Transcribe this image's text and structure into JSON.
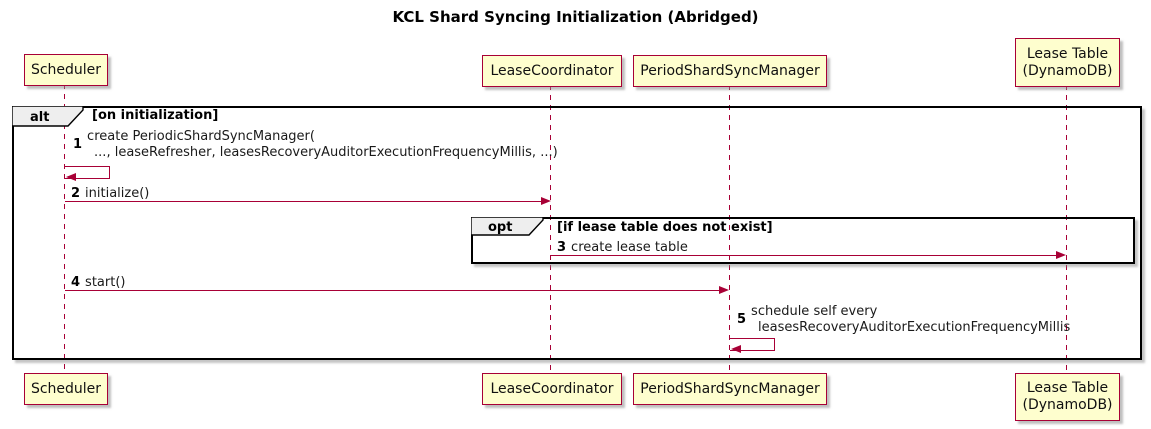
{
  "title": "KCL Shard Syncing Initialization (Abridged)",
  "colors": {
    "participant_fill": "#FEFECE",
    "participant_border": "#A80036",
    "arrow": "#A80036",
    "lifeline": "#A80036",
    "frame_border": "#000000",
    "frame_label_fill": "#EEEEEE"
  },
  "participants": [
    {
      "id": "scheduler",
      "lines": [
        "Scheduler"
      ]
    },
    {
      "id": "lease-coordinator",
      "lines": [
        "LeaseCoordinator"
      ]
    },
    {
      "id": "period-shard-sync-manager",
      "lines": [
        "PeriodShardSyncManager"
      ]
    },
    {
      "id": "lease-table",
      "lines": [
        "Lease Table",
        "(DynamoDB)"
      ]
    }
  ],
  "frames": [
    {
      "label": "alt",
      "condition": "[on initialization]"
    },
    {
      "label": "opt",
      "condition": "[if lease table does not exist]"
    }
  ],
  "messages": [
    {
      "num": "1",
      "from": "scheduler",
      "to": "scheduler",
      "lines": [
        "create PeriodicShardSyncManager(",
        "..., leaseRefresher, leasesRecoveryAuditorExecutionFrequencyMillis, ...)"
      ]
    },
    {
      "num": "2",
      "from": "scheduler",
      "to": "lease-coordinator",
      "lines": [
        "initialize()"
      ]
    },
    {
      "num": "3",
      "from": "lease-coordinator",
      "to": "lease-table",
      "lines": [
        "create lease table"
      ]
    },
    {
      "num": "4",
      "from": "scheduler",
      "to": "period-shard-sync-manager",
      "lines": [
        "start()"
      ]
    },
    {
      "num": "5",
      "from": "period-shard-sync-manager",
      "to": "period-shard-sync-manager",
      "lines": [
        "schedule self every",
        "leasesRecoveryAuditorExecutionFrequencyMillis"
      ]
    }
  ]
}
